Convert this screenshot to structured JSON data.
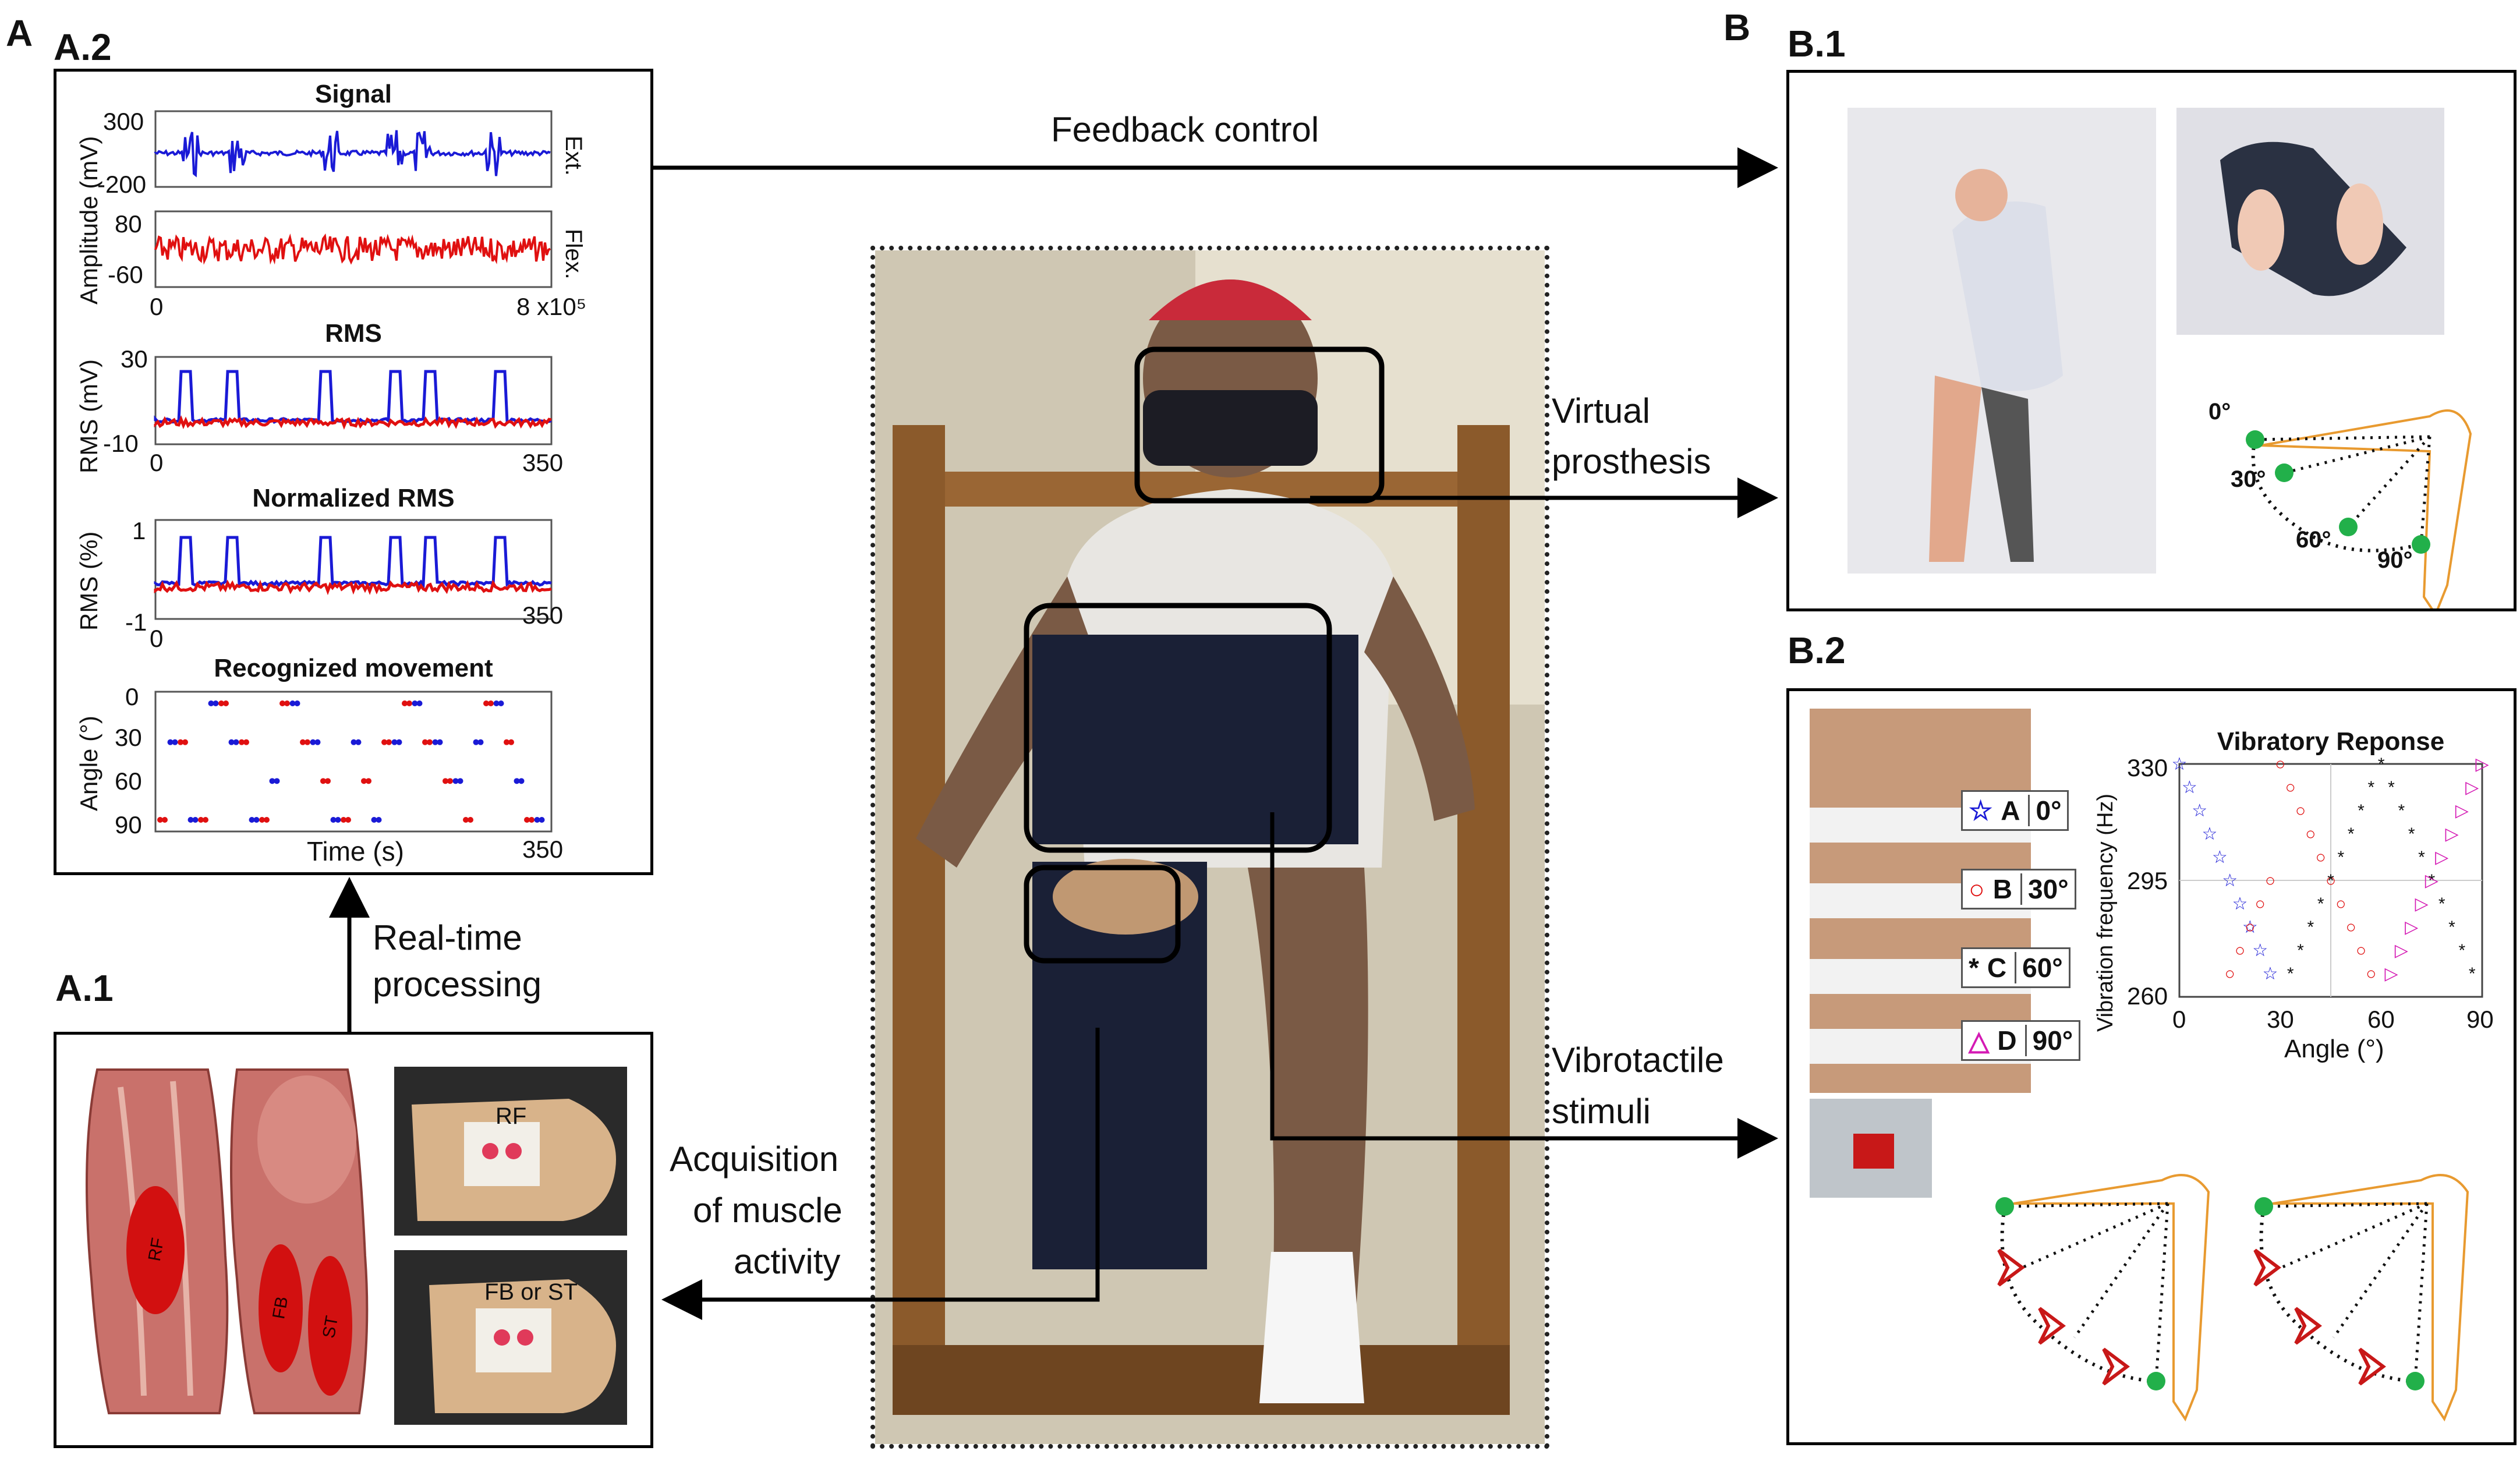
{
  "panels": {
    "A": "A",
    "B": "B",
    "A2": "A.2",
    "A1": "A.1",
    "B1": "B.1",
    "B2": "B.2"
  },
  "arrows": {
    "feedback": "Feedback control",
    "virtual": [
      "Virtual",
      "prosthesis"
    ],
    "vibro": [
      "Vibrotactile",
      "stimuli"
    ],
    "acquisition": [
      "Acquisition",
      "of muscle",
      "activity"
    ],
    "realtime": [
      "Real-time",
      "processing"
    ]
  },
  "a2": {
    "signal_title": "Signal",
    "signal_ylabel": "Amplitude (mV)",
    "ext_label": "Ext.",
    "flex_label": "Flex.",
    "ext_ticks": [
      "300",
      "-200"
    ],
    "flex_ticks": [
      "80",
      "-60"
    ],
    "signal_xticks": [
      "0",
      "8 x10⁵"
    ],
    "rms_title": "RMS",
    "rms_ylabel": "RMS (mV)",
    "rms_yticks": [
      "30",
      "-10"
    ],
    "rms_xticks": [
      "0",
      "350"
    ],
    "nrms_title": "Normalized RMS",
    "nrms_ylabel": "RMS (%)",
    "nrms_yticks": [
      "1",
      "-1"
    ],
    "nrms_xticks": [
      "0",
      "350"
    ],
    "move_title": "Recognized movement",
    "move_ylabel": "Angle (°)",
    "move_yticks": [
      "0",
      "30",
      "60",
      "90"
    ],
    "move_xticks": [
      "350"
    ],
    "move_xlabel": "Time (s)"
  },
  "a1": {
    "muscle_labels": [
      "RF",
      "FB",
      "ST"
    ],
    "photo_labels": [
      "RF",
      "FB or ST"
    ]
  },
  "b1": {
    "angles": [
      "0°",
      "30°",
      "60°",
      "90°"
    ]
  },
  "b2": {
    "legend": [
      {
        "symbol": "☆",
        "letter": "A",
        "angle": "0°"
      },
      {
        "symbol": "○",
        "letter": "B",
        "angle": "30°"
      },
      {
        "symbol": "*",
        "letter": "C",
        "angle": "60°"
      },
      {
        "symbol": "△",
        "letter": "D",
        "angle": "90°"
      }
    ],
    "vib_title": "Vibratory Reponse",
    "vib_ylabel": "Vibration frequency (Hz)",
    "vib_yticks": [
      "330",
      "295",
      "260"
    ],
    "vib_xticks": [
      "0",
      "30",
      "60",
      "90"
    ],
    "vib_xlabel": "Angle (°)"
  },
  "colors": {
    "extensor": "#1a1ad6",
    "flexor": "#e01010",
    "sensor_green": "#22b04a",
    "leg_orange": "#e89a30",
    "tactor_red": "#c81818"
  },
  "chart_data": [
    {
      "type": "scatter",
      "title": "Vibratory Reponse",
      "xlabel": "Angle (°)",
      "ylabel": "Vibration frequency (Hz)",
      "xlim": [
        0,
        90
      ],
      "ylim": [
        260,
        330
      ],
      "series": [
        {
          "name": "A",
          "points": [
            [
              0,
              330
            ],
            [
              3,
              323
            ],
            [
              6,
              316
            ],
            [
              9,
              309
            ],
            [
              12,
              302
            ],
            [
              15,
              295
            ],
            [
              18,
              288
            ],
            [
              21,
              281
            ],
            [
              24,
              274
            ],
            [
              27,
              267
            ]
          ]
        },
        {
          "name": "B",
          "points": [
            [
              15,
              267
            ],
            [
              18,
              274
            ],
            [
              21,
              281
            ],
            [
              24,
              288
            ],
            [
              27,
              295
            ],
            [
              30,
              330
            ],
            [
              33,
              323
            ],
            [
              36,
              316
            ],
            [
              39,
              309
            ],
            [
              42,
              302
            ],
            [
              45,
              295
            ],
            [
              48,
              288
            ],
            [
              51,
              281
            ],
            [
              54,
              274
            ],
            [
              57,
              267
            ]
          ]
        },
        {
          "name": "C",
          "points": [
            [
              33,
              267
            ],
            [
              36,
              274
            ],
            [
              39,
              281
            ],
            [
              42,
              288
            ],
            [
              45,
              295
            ],
            [
              48,
              302
            ],
            [
              51,
              309
            ],
            [
              54,
              316
            ],
            [
              57,
              323
            ],
            [
              60,
              330
            ],
            [
              63,
              323
            ],
            [
              66,
              316
            ],
            [
              69,
              309
            ],
            [
              72,
              302
            ],
            [
              75,
              295
            ],
            [
              78,
              288
            ],
            [
              81,
              281
            ],
            [
              84,
              274
            ],
            [
              87,
              267
            ]
          ]
        },
        {
          "name": "D",
          "points": [
            [
              63,
              267
            ],
            [
              66,
              274
            ],
            [
              69,
              281
            ],
            [
              72,
              288
            ],
            [
              75,
              295
            ],
            [
              78,
              302
            ],
            [
              81,
              309
            ],
            [
              84,
              316
            ],
            [
              87,
              323
            ],
            [
              90,
              330
            ]
          ]
        }
      ]
    }
  ]
}
